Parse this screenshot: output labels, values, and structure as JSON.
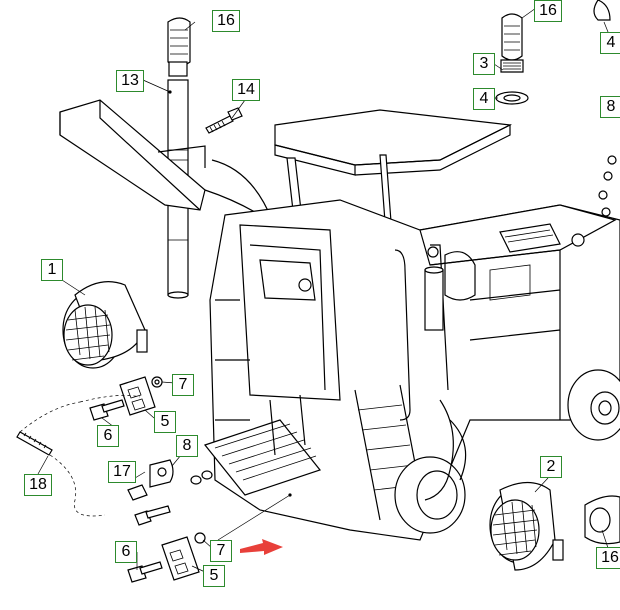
{
  "callouts": [
    {
      "id": "c16a",
      "label": "16"
    },
    {
      "id": "c13",
      "label": "13"
    },
    {
      "id": "c14",
      "label": "14"
    },
    {
      "id": "c16b",
      "label": "16"
    },
    {
      "id": "c3",
      "label": "3"
    },
    {
      "id": "c4a",
      "label": "4"
    },
    {
      "id": "c4b",
      "label": "4"
    },
    {
      "id": "c8a",
      "label": "8"
    },
    {
      "id": "c1",
      "label": "1"
    },
    {
      "id": "c7a",
      "label": "7"
    },
    {
      "id": "c5a",
      "label": "5"
    },
    {
      "id": "c6a",
      "label": "6"
    },
    {
      "id": "c8b",
      "label": "8"
    },
    {
      "id": "c17",
      "label": "17"
    },
    {
      "id": "c18",
      "label": "18"
    },
    {
      "id": "c6b",
      "label": "6"
    },
    {
      "id": "c7b",
      "label": "7"
    },
    {
      "id": "c5b",
      "label": "5"
    },
    {
      "id": "c2",
      "label": "2"
    },
    {
      "id": "c16c",
      "label": "16"
    }
  ],
  "colors": {
    "callout_border": "#2d8a2d",
    "arrow": "#e8403a",
    "line": "#000000"
  }
}
